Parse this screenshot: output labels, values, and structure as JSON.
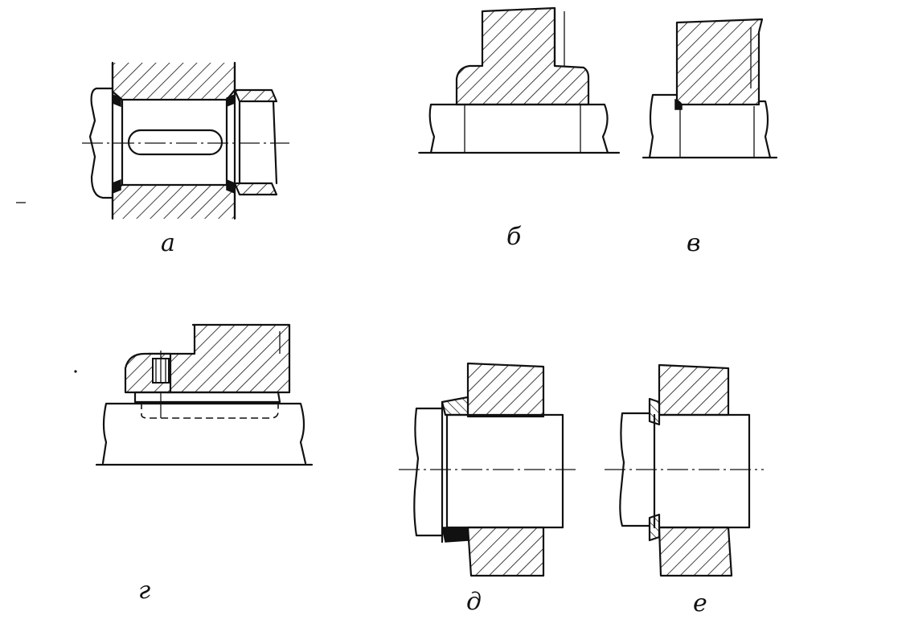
{
  "labels": {
    "a": "а",
    "b": "б",
    "v": "в",
    "g": "г",
    "d": "д",
    "e": "е"
  }
}
